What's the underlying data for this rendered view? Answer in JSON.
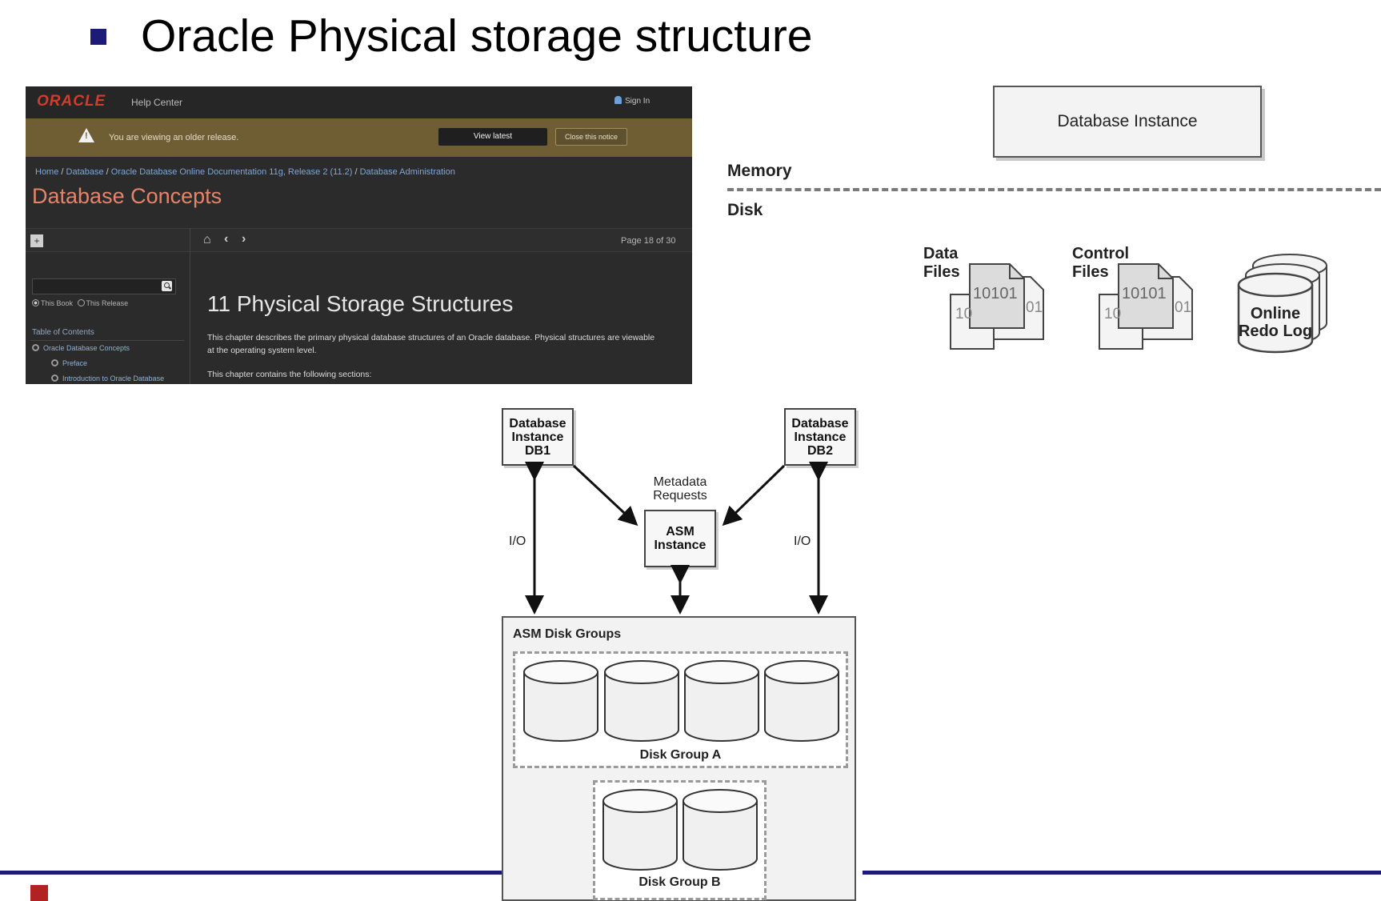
{
  "slide": {
    "title": "Oracle Physical storage structure"
  },
  "oracle_help": {
    "logo": "ORACLE",
    "help_center": "Help Center",
    "sign_in": "Sign In",
    "notice_text": "You are viewing an older release.",
    "view_latest": "View latest",
    "close_notice": "Close this notice",
    "breadcrumb": [
      "Home",
      "Database",
      "Oracle Database Online Documentation 11g, Release 2 (11.2)",
      "Database Administration"
    ],
    "book_title": "Database Concepts",
    "page_indicator": "Page 18 of 30",
    "search_placeholder": "",
    "radio_this_book": "This Book",
    "radio_this_release": "This Release",
    "toc_heading": "Table of Contents",
    "toc_items": [
      "Oracle Database Concepts",
      "Preface",
      "Introduction to Oracle Database"
    ],
    "chapter_title": "11 Physical Storage Structures",
    "chapter_intro": "This chapter describes the primary physical database structures of an Oracle database. Physical structures are viewable at the operating system level.",
    "chapter_sections": "This chapter contains the following sections:"
  },
  "instance_diagram": {
    "instance_label": "Database Instance",
    "memory_label": "Memory",
    "disk_label": "Disk",
    "data_files": [
      "Data",
      "Files"
    ],
    "control_files": [
      "Control",
      "Files"
    ],
    "file_code_front": "10101",
    "file_code_back_left": "10",
    "file_code_back_right": "01",
    "redo_log": [
      "Online",
      "Redo Log"
    ]
  },
  "asm_diagram": {
    "db1": [
      "Database",
      "Instance",
      "DB1"
    ],
    "db2": [
      "Database",
      "Instance",
      "DB2"
    ],
    "metadata": [
      "Metadata",
      "Requests"
    ],
    "asm_instance": [
      "ASM",
      "Instance"
    ],
    "io_left": "I/O",
    "io_right": "I/O",
    "groups_label": "ASM Disk Groups",
    "disk_group_a": "Disk Group A",
    "disk_group_b": "Disk Group B"
  }
}
